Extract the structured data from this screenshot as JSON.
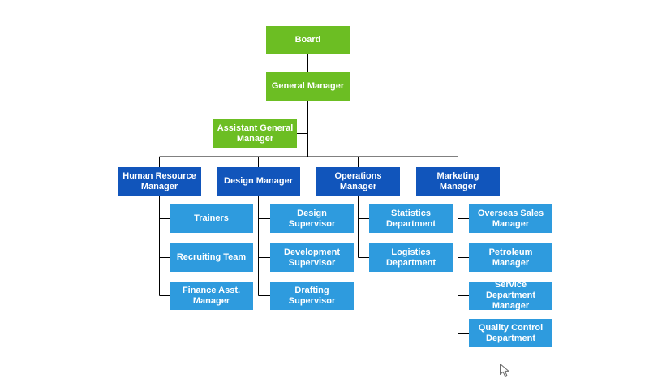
{
  "diagram": {
    "type": "org-chart",
    "colors": {
      "executive_green": "#6CBE23",
      "manager_blue": "#1155BB",
      "team_blue": "#2E9BDE",
      "connector": "#000000",
      "node_text": "#FFFFFF",
      "canvas_background": "#FFFFFF"
    },
    "nodes": {
      "board": {
        "label": "Board",
        "role": "executive",
        "parent": null
      },
      "general_manager": {
        "label": "General Manager",
        "role": "executive",
        "parent": "board"
      },
      "assistant_general_manager": {
        "label": "Assistant General Manager",
        "role": "executive",
        "parent": "general_manager"
      },
      "hr_manager": {
        "label": "Human Resource Manager",
        "role": "manager",
        "parent": "general_manager"
      },
      "design_manager": {
        "label": "Design Manager",
        "role": "manager",
        "parent": "general_manager"
      },
      "operations_manager": {
        "label": "Operations Manager",
        "role": "manager",
        "parent": "general_manager"
      },
      "marketing_manager": {
        "label": "Marketing Manager",
        "role": "manager",
        "parent": "general_manager"
      },
      "trainers": {
        "label": "Trainers",
        "role": "team",
        "parent": "hr_manager"
      },
      "recruiting_team": {
        "label": "Recruiting Team",
        "role": "team",
        "parent": "hr_manager"
      },
      "finance_asst_manager": {
        "label": "Finance Asst. Manager",
        "role": "team",
        "parent": "hr_manager"
      },
      "design_supervisor": {
        "label": "Design Supervisor",
        "role": "team",
        "parent": "design_manager"
      },
      "development_supervisor": {
        "label": "Development Supervisor",
        "role": "team",
        "parent": "design_manager"
      },
      "drafting_supervisor": {
        "label": "Drafting Supervisor",
        "role": "team",
        "parent": "design_manager"
      },
      "statistics_department": {
        "label": "Statistics Department",
        "role": "team",
        "parent": "operations_manager"
      },
      "logistics_department": {
        "label": "Logistics Department",
        "role": "team",
        "parent": "operations_manager"
      },
      "overseas_sales_manager": {
        "label": "Overseas Sales Manager",
        "role": "team",
        "parent": "marketing_manager"
      },
      "petroleum_manager": {
        "label": "Petroleum Manager",
        "role": "team",
        "parent": "marketing_manager"
      },
      "service_department_manager": {
        "label": "Service Department Manager",
        "role": "team",
        "parent": "marketing_manager"
      },
      "quality_control_department": {
        "label": "Quality Control Department",
        "role": "team",
        "parent": "marketing_manager"
      }
    }
  }
}
